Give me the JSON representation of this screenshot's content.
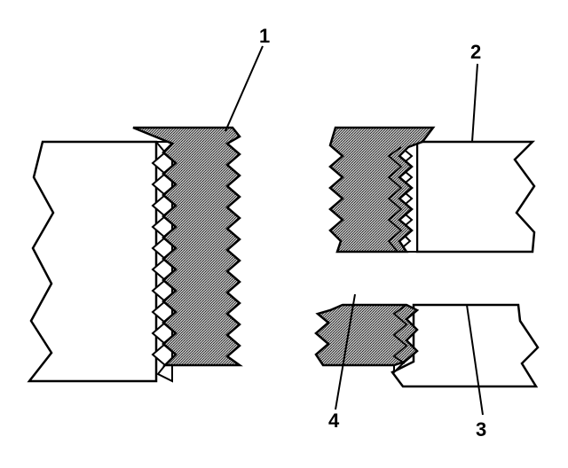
{
  "callouts": {
    "c1": "1",
    "c2": "2",
    "c3": "3",
    "c4": "4"
  },
  "colors": {
    "line": "#000000",
    "fill": "#ffffff",
    "thread_fill": "#9a9a9a"
  }
}
